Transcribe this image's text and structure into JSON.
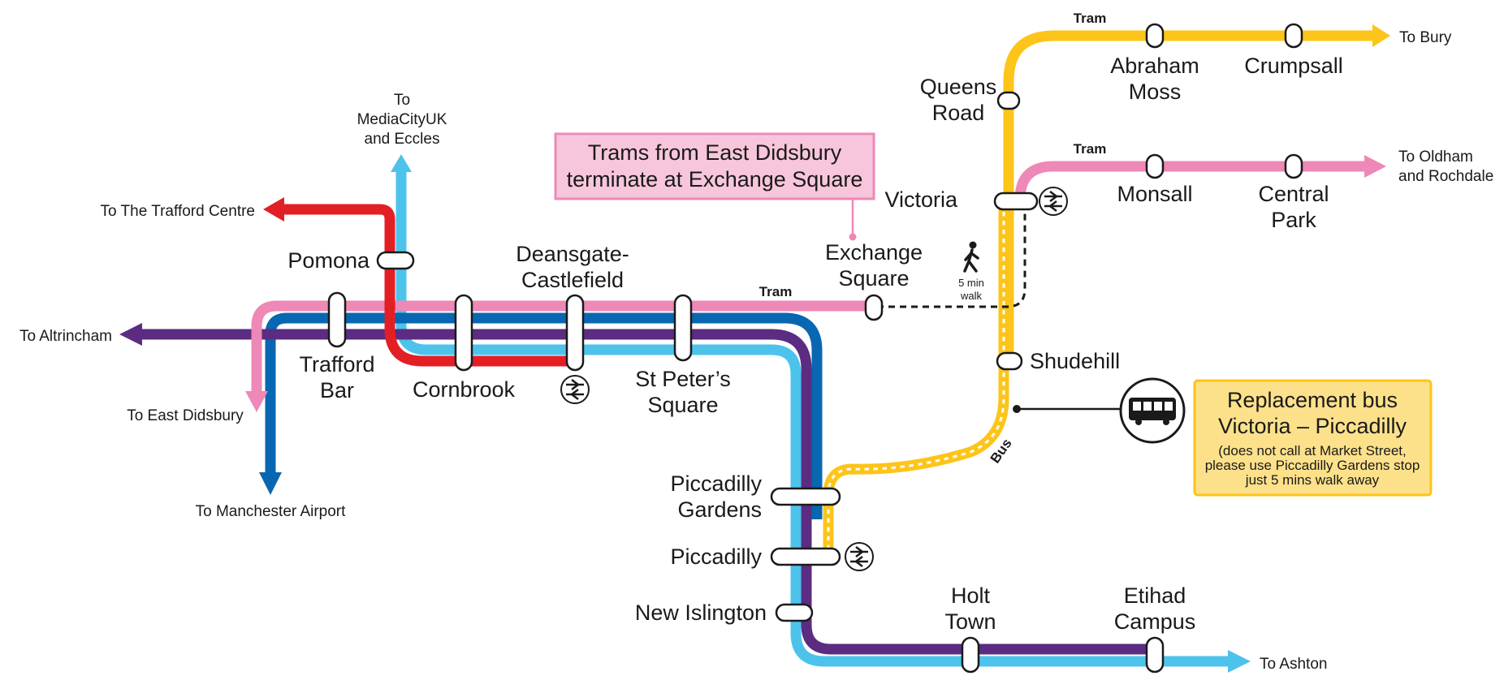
{
  "colors": {
    "pink": "#ee88b7",
    "red": "#e31f26",
    "light_blue": "#4dc3ec",
    "dark_blue": "#0867b0",
    "purple": "#5b2c82",
    "yellow": "#fdc419",
    "box_pink_fill": "#f8c6dc",
    "box_yellow_fill": "#fde18a",
    "walk_dash": "#1a1a1a"
  },
  "icons": [
    "walking-person-icon",
    "national-rail-icon",
    "bus-icon",
    "arrow-icon"
  ],
  "stations": {
    "queens_road": [
      "Queens",
      "Road"
    ],
    "abraham_moss": [
      "Abraham",
      "Moss"
    ],
    "crumpsall": "Crumpsall",
    "victoria": "Victoria",
    "monsall": "Monsall",
    "central_park": [
      "Central",
      "Park"
    ],
    "exchange_square": [
      "Exchange",
      "Square"
    ],
    "deansgate": [
      "Deansgate-",
      "Castlefield"
    ],
    "pomona": "Pomona",
    "trafford_bar": [
      "Trafford",
      "Bar"
    ],
    "cornbrook": "Cornbrook",
    "st_peters": [
      "St Peter’s",
      "Square"
    ],
    "shudehill": "Shudehill",
    "piccadilly_gardens": [
      "Piccadilly",
      "Gardens"
    ],
    "piccadilly": "Piccadilly",
    "new_islington": "New Islington",
    "holt_town": [
      "Holt",
      "Town"
    ],
    "etihad": [
      "Etihad",
      "Campus"
    ]
  },
  "destinations": {
    "bury": "To Bury",
    "oldham": [
      "To Oldham",
      "and Rochdale"
    ],
    "mediacity": [
      "To",
      "MediaCityUK",
      "and Eccles"
    ],
    "trafford_centre": "To The Trafford Centre",
    "altrincham": "To Altrincham",
    "east_didsbury": "To East Didsbury",
    "airport": "To Manchester Airport",
    "ashton": "To Ashton"
  },
  "tags": {
    "tram_bury": "Tram",
    "tram_oldham": "Tram",
    "tram_exchange": "Tram",
    "bus": "Bus"
  },
  "walk": [
    "5 min",
    "walk"
  ],
  "notice": {
    "lines": [
      "Trams from East Didsbury",
      "terminate at Exchange Square"
    ]
  },
  "bus_box": {
    "title": [
      "Replacement bus",
      "Victoria – Piccadilly"
    ],
    "note": [
      "(does not call at Market Street,",
      "please use Piccadilly Gardens stop",
      "just 5 mins walk away"
    ]
  }
}
